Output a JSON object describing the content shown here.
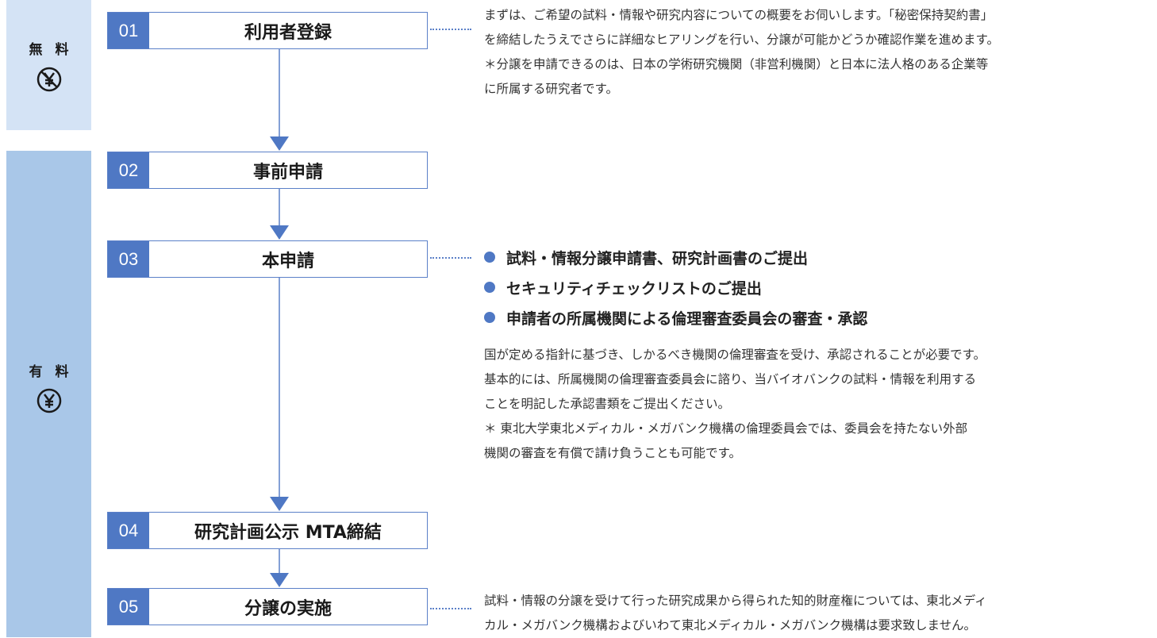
{
  "bands": {
    "free": {
      "label": "無 料",
      "icon": "no-yen-icon"
    },
    "paid": {
      "label": "有 料",
      "icon": "yen-icon"
    }
  },
  "steps": [
    {
      "num": "01",
      "title": "利用者登録"
    },
    {
      "num": "02",
      "title": "事前申請"
    },
    {
      "num": "03",
      "title": "本申請"
    },
    {
      "num": "04",
      "title": "研究計画公示 MTA締結"
    },
    {
      "num": "05",
      "title": "分譲の実施"
    }
  ],
  "descriptions": {
    "step01": [
      "まずは、ご希望の試料・情報や研究内容についての概要をお伺いします。「秘密保持契約書」",
      "を締結したうえでさらに詳細なヒアリングを行い、分譲が可能かどうか確認作業を進めます。",
      "＊分譲を申請できるのは、日本の学術研究機関（非営利機関）と日本に法人格のある企業等",
      "に所属する研究者です。"
    ],
    "step03_bullets": [
      "試料・情報分譲申請書、研究計画書のご提出",
      "セキュリティチェックリストのご提出",
      "申請者の所属機関による倫理審査委員会の審査・承認"
    ],
    "step03": [
      "国が定める指針に基づき、しかるべき機関の倫理審査を受け、承認されることが必要です。",
      "基本的には、所属機関の倫理審査委員会に諮り、当バイオバンクの試料・情報を利用する",
      "ことを明記した承認書類をご提出ください。",
      "＊ 東北大学東北メディカル・メガバンク機構の倫理委員会では、委員会を持たない外部",
      "機関の審査を有償で請け負うことも可能です。"
    ],
    "step05": [
      "試料・情報の分譲を受けて行った研究成果から得られた知的財産権については、東北メディ",
      "カル・メガバンク機構およびいわて東北メディカル・メガバンク機構は要求致しません。"
    ]
  },
  "colors": {
    "accent": "#4f78c4",
    "free_band": "#d4e3f5",
    "paid_band": "#a9c7e8"
  }
}
